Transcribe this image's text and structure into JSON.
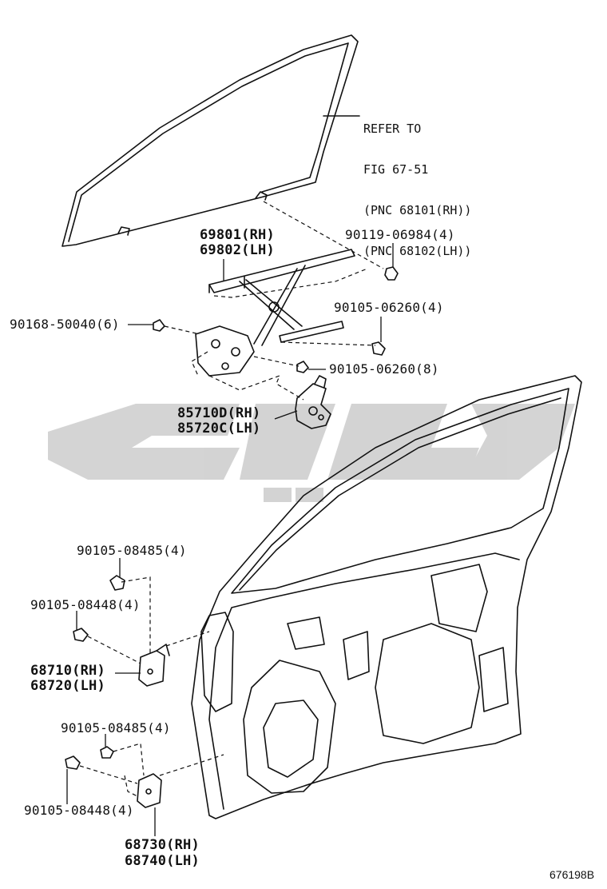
{
  "note": {
    "line1": "REFER TO",
    "line2": "FIG 67-51",
    "line3": "(PNC 68101(RH))",
    "line4": "(PNC 68102(LH))"
  },
  "parts": {
    "regulator_rh": "69801(RH)",
    "regulator_lh": "69802(LH)",
    "bolt_90119": "90119-06984(4)",
    "bolt_90168": "90168-50040(6)",
    "bolt_90105_4": "90105-06260(4)",
    "bolt_90105_8": "90105-06260(8)",
    "motor_rh": "85710D(RH)",
    "motor_lh": "85720C(LH)",
    "upper_bolt_a": "90105-08485(4)",
    "upper_bolt_b": "90105-08448(4)",
    "upper_hinge_rh": "68710(RH)",
    "upper_hinge_lh": "68720(LH)",
    "lower_bolt_a": "90105-08485(4)",
    "lower_bolt_b": "90105-08448(4)",
    "lower_hinge_rh": "68730(RH)",
    "lower_hinge_lh": "68740(LH)"
  },
  "figure_id": "676198B",
  "colors": {
    "line": "#111111",
    "watermark": "#cfcfcf"
  }
}
